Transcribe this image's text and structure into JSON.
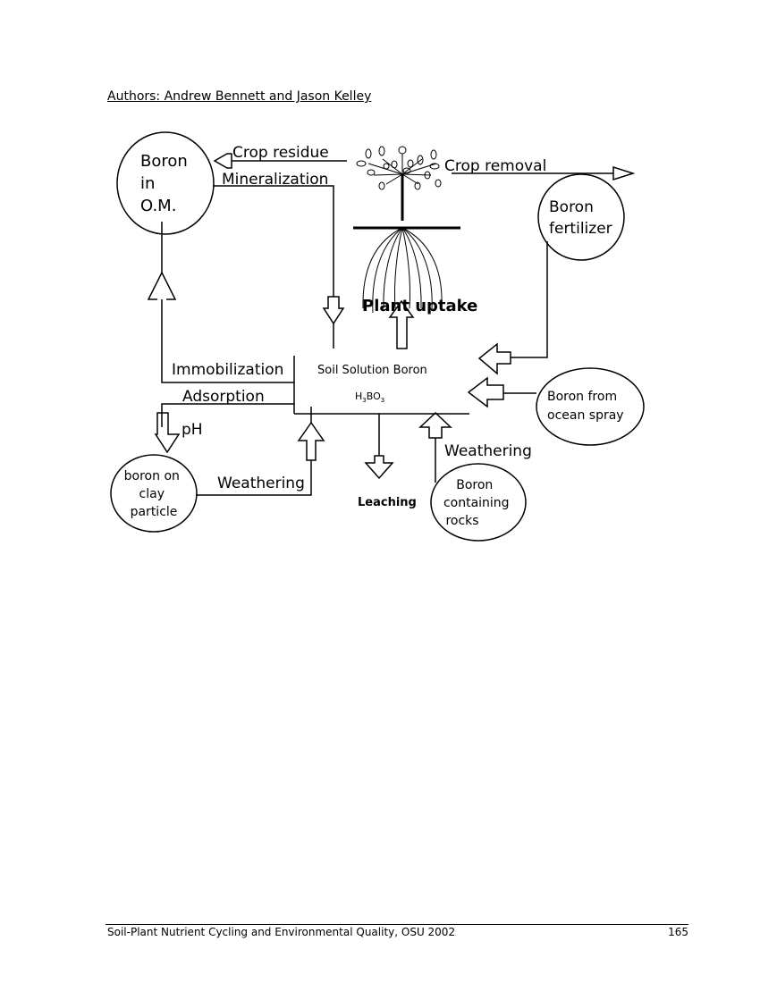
{
  "authors": "Authors: Andrew Bennett and Jason Kelley",
  "diagram": {
    "pool_om": [
      "Boron",
      "in",
      "O.M."
    ],
    "pool_fertilizer": [
      "Boron",
      "fertilizer"
    ],
    "pool_ocean": [
      "Boron from",
      "ocean spray"
    ],
    "pool_clay": [
      "boron on",
      "clay",
      "particle"
    ],
    "pool_rocks": [
      "Boron",
      "containing",
      "rocks"
    ],
    "soil_solution": "Soil Solution Boron",
    "formula_main": "H",
    "formula_sub1": "3",
    "formula_mid": "BO",
    "formula_sub2": "3",
    "crop_residue": "Crop residue",
    "mineralization": "Mineralization",
    "crop_removal": "Crop removal",
    "plant_uptake": "Plant uptake",
    "immobilization": "Immobilization",
    "adsorption": "Adsorption",
    "ph": "pH",
    "weathering_clay": "Weathering",
    "weathering_rocks": "Weathering",
    "leaching": "Leaching"
  },
  "footer": {
    "title": "Soil-Plant Nutrient Cycling and Environmental Quality, OSU 2002",
    "page_number": "165"
  }
}
